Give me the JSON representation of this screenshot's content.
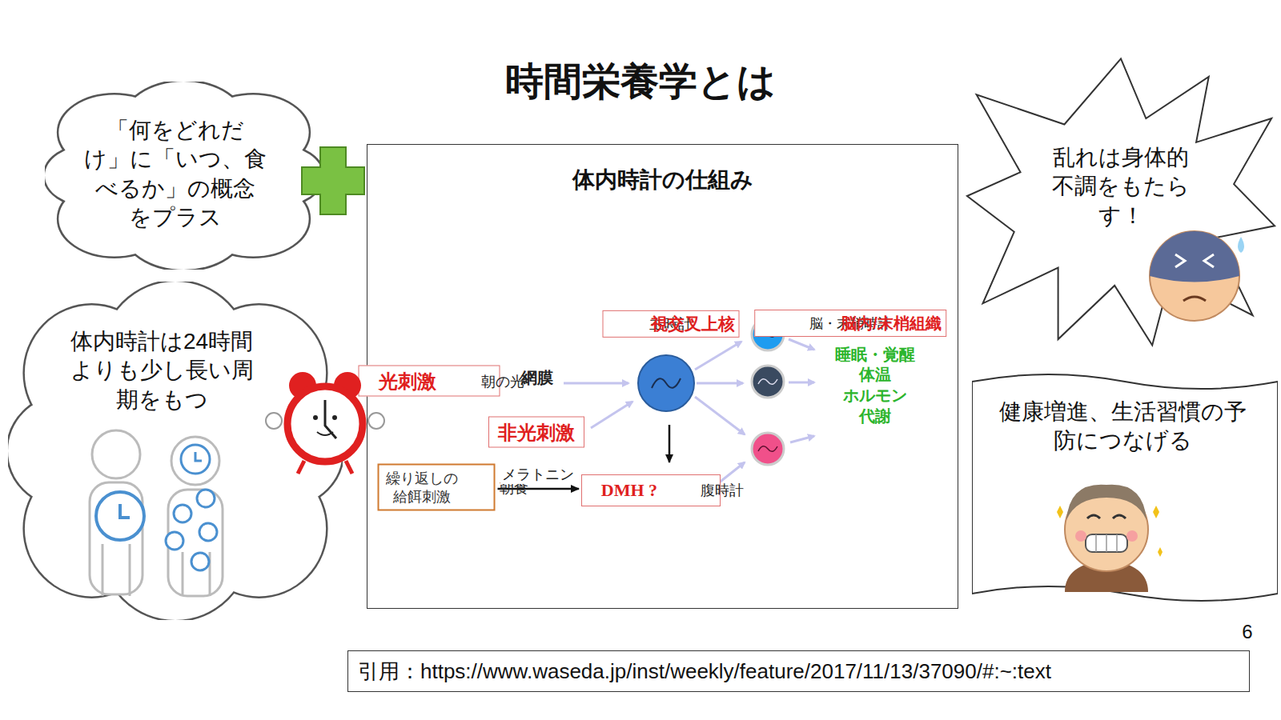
{
  "diagram": {
    "title": "時間栄養学とは",
    "nodes": [
      {
        "text": [
          "「何をどれだけ」に「いつ、食べるか」の概念をプラス"
        ]
      },
      {
        "text": [
          "体内時計は24時間よりも少し長い周期をもつ"
        ]
      },
      {
        "text": [
          "体内時計の仕組み"
        ]
      },
      {
        "text": [
          "光刺激",
          "朝の光"
        ],
        "in": 2
      },
      {
        "text": [
          "非光刺激"
        ],
        "in": 2
      },
      {
        "text": [
          "繰り返しの 給餌刺激",
          "朝食"
        ],
        "in": 2
      },
      {
        "text": [
          "主時計",
          "視交叉上核"
        ],
        "in": 2
      },
      {
        "text": [
          "DMH ?",
          "腹時計"
        ],
        "in": 2
      },
      {
        "text": [
          "脳・末梢時計",
          "脳内/末梢組織"
        ],
        "in": 2
      },
      {
        "text": [
          "乱れは身体的不調をもたらす！"
        ]
      },
      {
        "text": [
          "健康増進、生活習慣の予防につなげる"
        ]
      },
      {
        "text": [
          "引用：https://www.waseda.jp/inst/weekly/feature/2017/11/13/37090/#:~:text"
        ]
      }
    ],
    "edges": [
      {
        "from": 5,
        "to": 7,
        "label": "メラトニン",
        "arrow": "to"
      }
    ],
    "labels": [
      "網膜",
      "睡眠・覚醒",
      "体温",
      "ホルモン",
      "代謝",
      "6"
    ]
  }
}
